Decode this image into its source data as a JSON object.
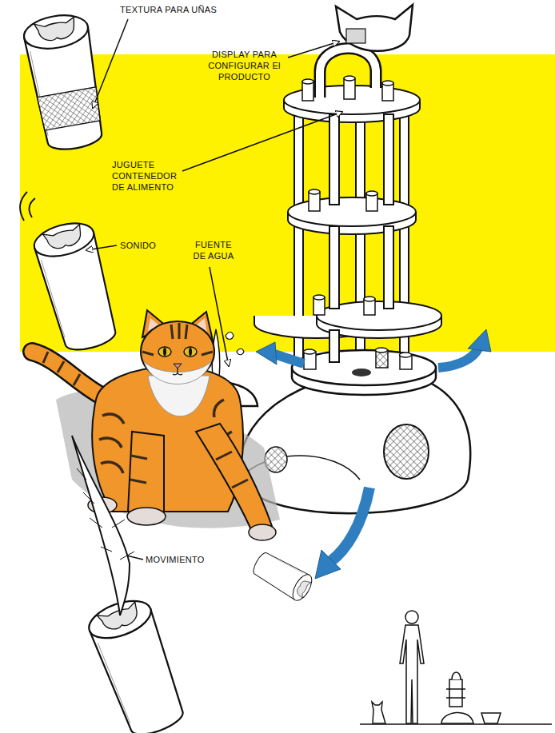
{
  "diagram": {
    "labels": [
      "TEXTURA PARA UÑAS",
      "DISPLAY PARA CONFIGURAR El PRODUCTO",
      "JUGUETE CONTENEDOR DE ALIMENTO",
      "SONIDO",
      "FUENTE DE AGUA",
      "MOVIMIENTO"
    ]
  }
}
